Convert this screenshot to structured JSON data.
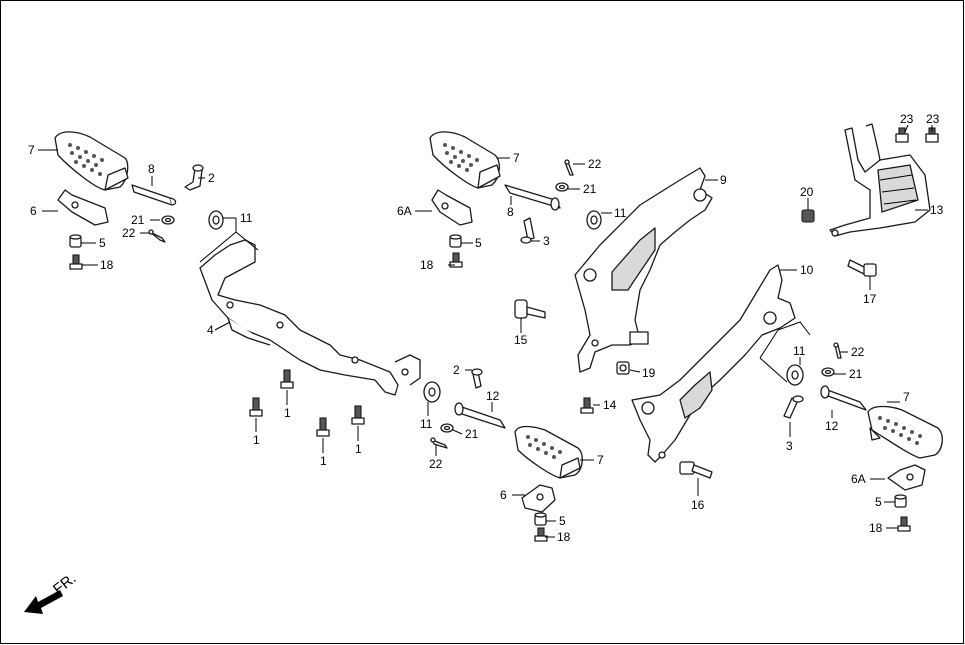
{
  "diagram": {
    "labels": {
      "l7a": "7",
      "l8a": "8",
      "l2a": "2",
      "l6a": "6",
      "l21a": "21",
      "l22a": "22",
      "l5a": "5",
      "l18a": "18",
      "l11a": "11",
      "l4": "4",
      "l1a": "1",
      "l1b": "1",
      "l1c": "1",
      "l1d": "1",
      "l7b": "7",
      "l22b": "22",
      "l21b": "21",
      "l8b": "8",
      "l6Ab": "6A",
      "l11b": "11",
      "l3b": "3",
      "l5b": "5",
      "l18b": "18",
      "l9": "9",
      "l15": "15",
      "l19": "19",
      "l2c": "2",
      "l12c": "12",
      "l11c": "11",
      "l21c": "21",
      "l22c": "22",
      "l7c": "7",
      "l6c": "6",
      "l5c": "5",
      "l18c": "18",
      "l14": "14",
      "l16": "16",
      "l10": "10",
      "l20": "20",
      "l23a": "23",
      "l23b": "23",
      "l13": "13",
      "l17": "17",
      "l11d": "11",
      "l22d": "22",
      "l21d": "21",
      "l7d": "7",
      "l12d": "12",
      "l3d": "3",
      "l6Ad": "6A",
      "l5d": "5",
      "l18d": "18"
    },
    "direction_label": "FR."
  }
}
